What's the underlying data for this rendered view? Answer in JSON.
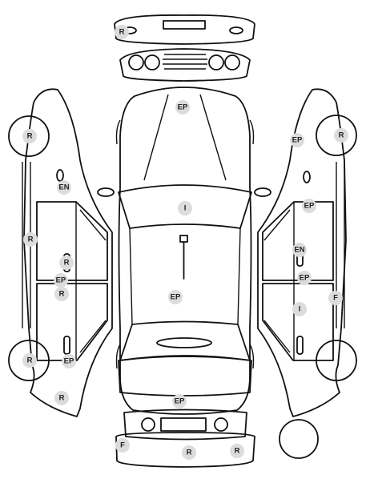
{
  "markers": [
    {
      "id": "rear-top-left",
      "label": "R"
    },
    {
      "id": "hood-center",
      "label": "EP"
    },
    {
      "id": "left-front-wheel",
      "label": "R"
    },
    {
      "id": "right-front-wheel",
      "label": "R"
    },
    {
      "id": "right-front-fender",
      "label": "EP"
    },
    {
      "id": "left-front-fender",
      "label": "EN"
    },
    {
      "id": "windshield",
      "label": "I"
    },
    {
      "id": "right-front-door",
      "label": "EP"
    },
    {
      "id": "left-sill",
      "label": "R"
    },
    {
      "id": "left-front-door-bottom",
      "label": "R"
    },
    {
      "id": "right-b-pillar",
      "label": "EN"
    },
    {
      "id": "left-b-pillar",
      "label": "EP"
    },
    {
      "id": "right-b-pillar-low",
      "label": "EP"
    },
    {
      "id": "left-rear-door",
      "label": "R"
    },
    {
      "id": "roof",
      "label": "EP"
    },
    {
      "id": "right-rear-door-sill",
      "label": "F"
    },
    {
      "id": "right-rear-door",
      "label": "I"
    },
    {
      "id": "left-rear-wheel",
      "label": "R"
    },
    {
      "id": "left-rear-quarter",
      "label": "EP"
    },
    {
      "id": "left-rear-bottom",
      "label": "R"
    },
    {
      "id": "trunk",
      "label": "EP"
    },
    {
      "id": "bumper-left",
      "label": "F"
    },
    {
      "id": "bumper-center",
      "label": "R"
    },
    {
      "id": "bumper-right",
      "label": "R"
    }
  ]
}
